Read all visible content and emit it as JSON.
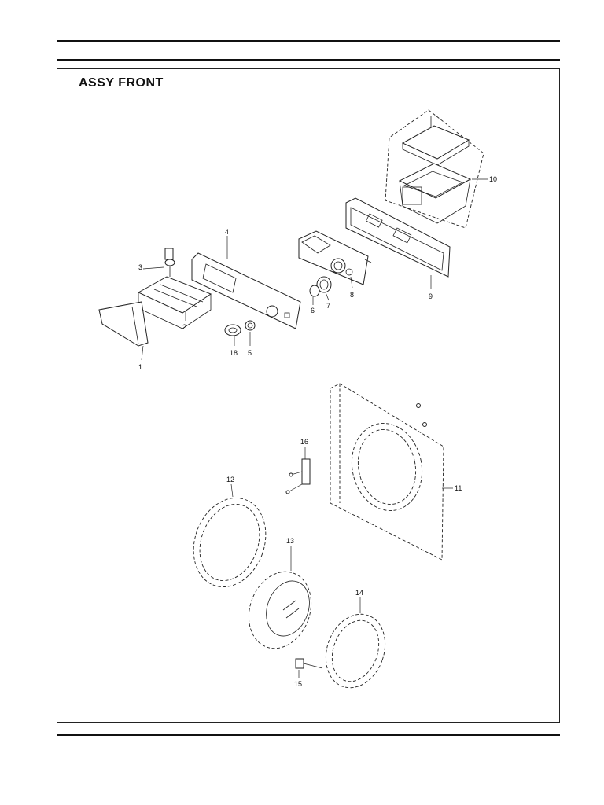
{
  "title": "ASSY FRONT",
  "callouts": {
    "p1": "1",
    "p2": "2",
    "p3": "3",
    "p4": "4",
    "p5": "5",
    "p6": "6",
    "p7": "7",
    "p8": "8",
    "p9": "9",
    "p10": "10",
    "p11": "11",
    "p12": "12",
    "p13": "13",
    "p14": "14",
    "p15": "15",
    "p16": "16",
    "p18": "18"
  }
}
